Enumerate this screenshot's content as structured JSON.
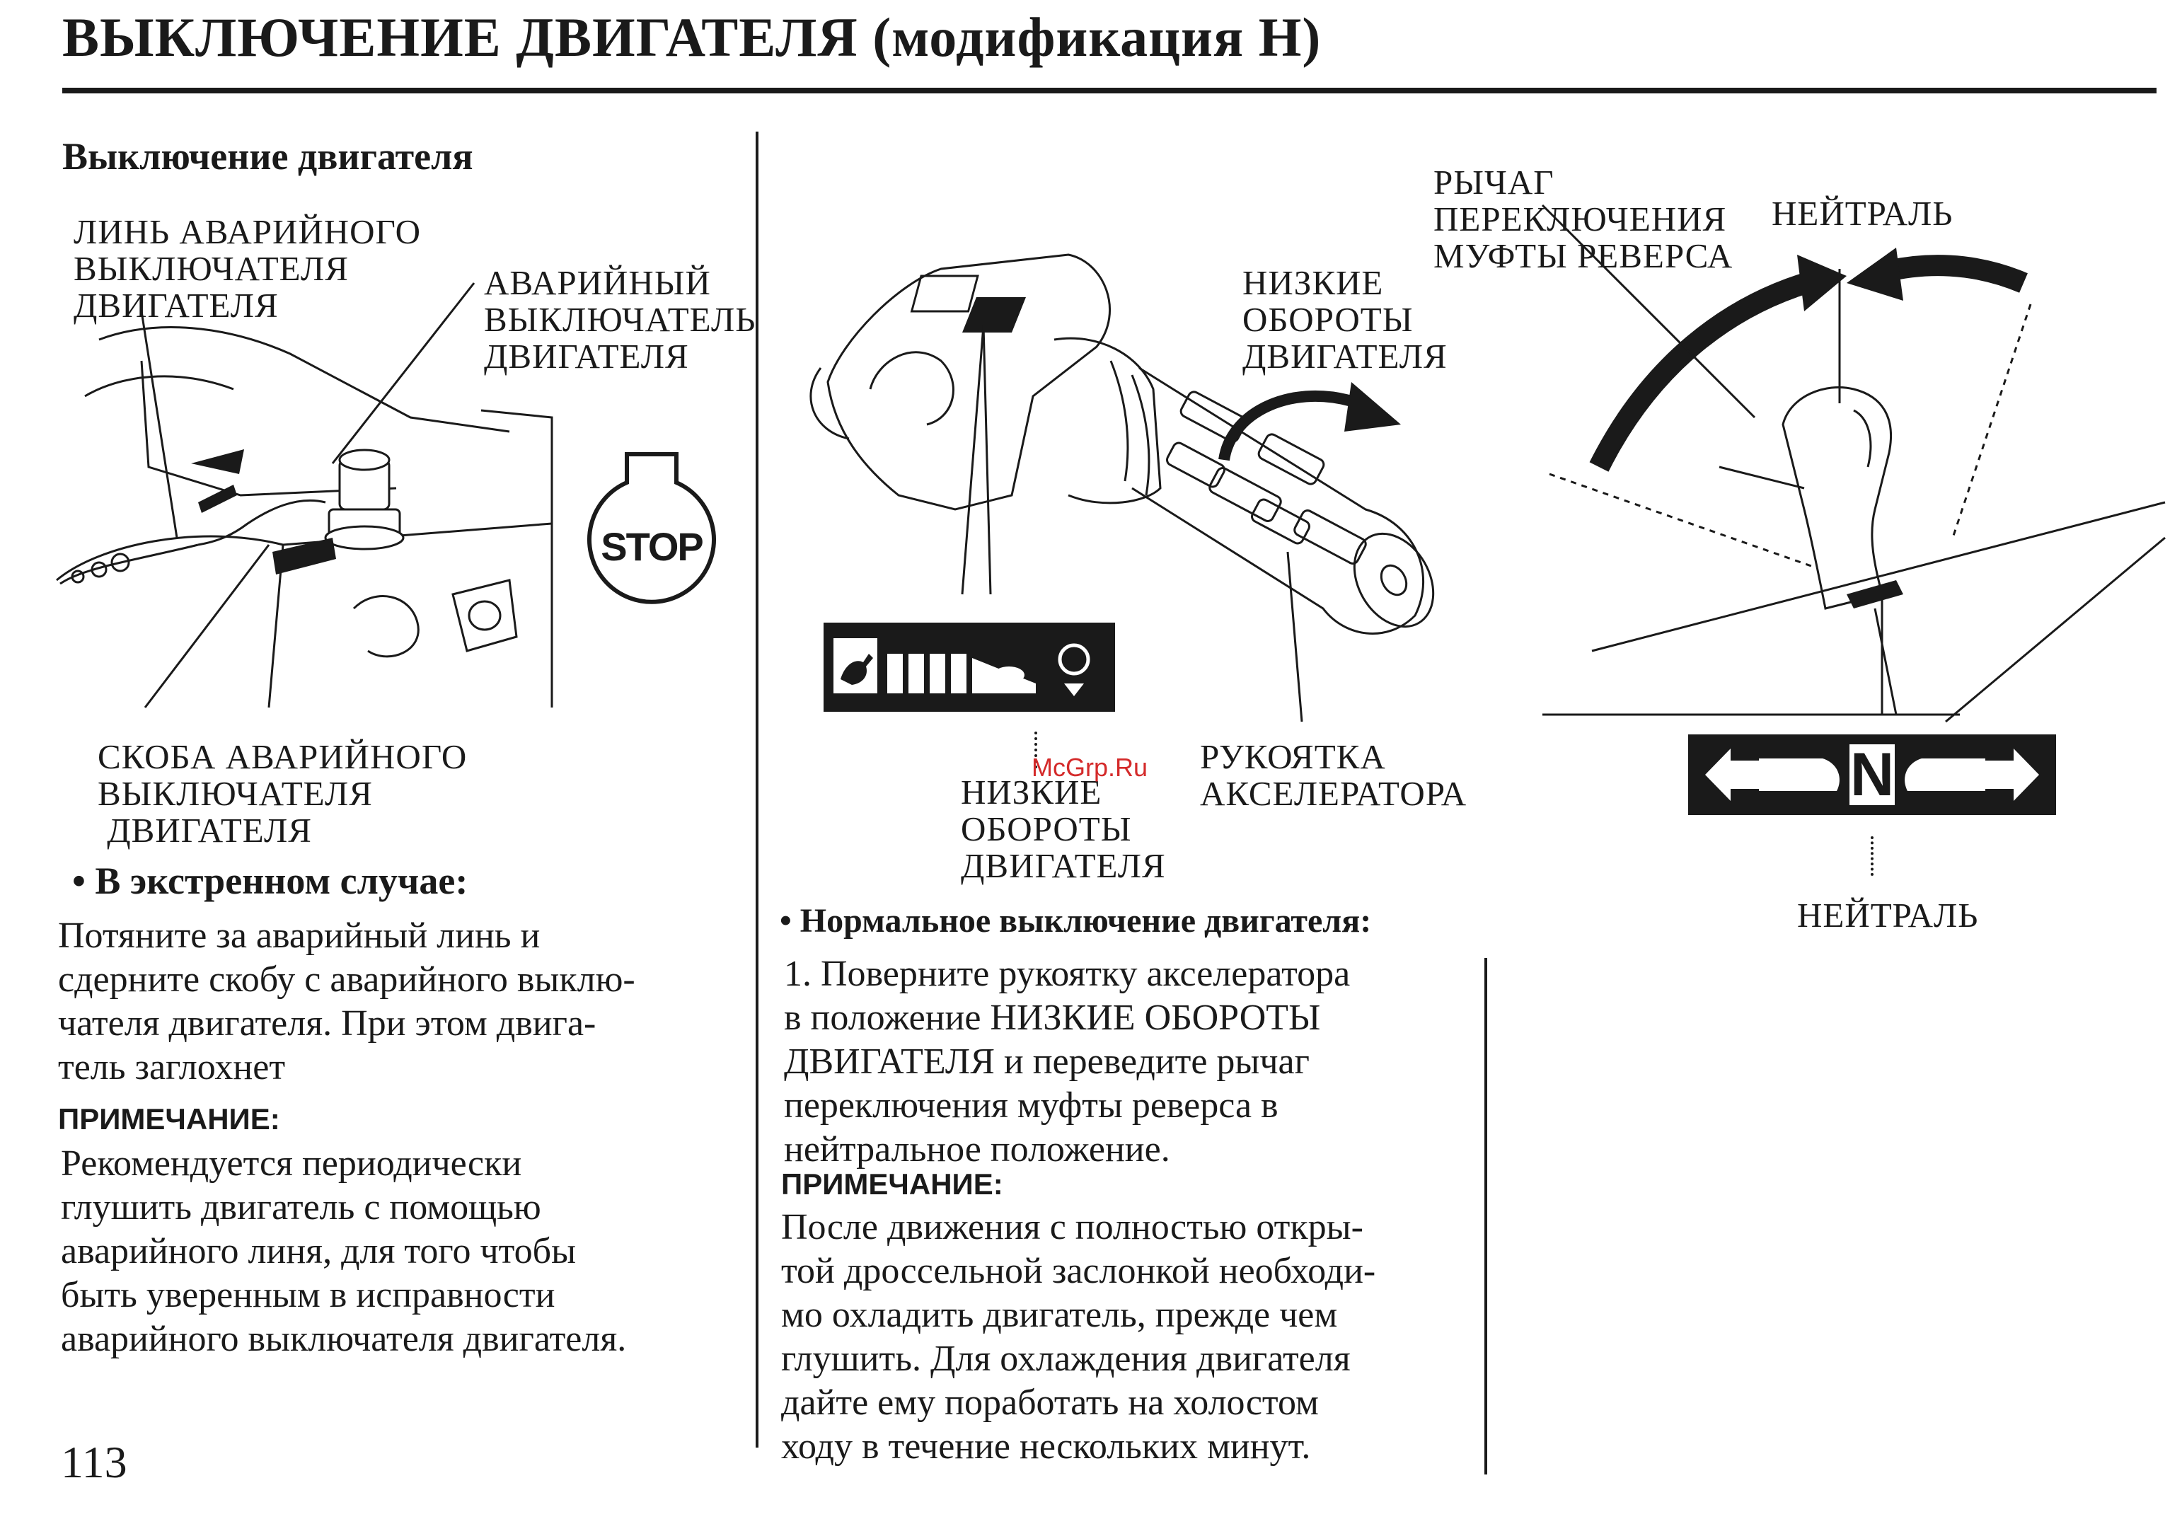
{
  "header": {
    "title": "ВЫКЛЮЧЕНИЕ ДВИГАТЕЛЯ (модификация H)"
  },
  "left": {
    "heading": "Выключение двигателя",
    "label_lanyard": "ЛИНЬ АВАРИЙНОГО\nВЫКЛЮЧАТЕЛЯ\nДВИГАТЕЛЯ",
    "label_switch": "АВАРИЙНЫЙ\nВЫКЛЮЧАТЕЛЬ\nДВИГАТЕЛЯ",
    "label_clip": "СКОБА АВАРИЙНОГО\nВЫКЛЮЧАТЕЛЯ\n ДВИГАТЕЛЯ",
    "stop_text": "STOP",
    "emergency_heading": "• В экстренном случае:",
    "emergency_text": "Потяните за аварийный линь и\nсдерните скобу с аварийного выклю-\nчателя двигателя. При этом двига-\nтель заглохнет",
    "note_label": "ПРИМЕЧАНИЕ:",
    "note_text": "Рекомендуется периодически\nглушить двигатель с помощью\nаварийного линя, для того чтобы\nбыть уверенным в исправности\nаварийного выключателя двигателя."
  },
  "middle": {
    "label_low_rpm_top": "НИЗКИЕ\nОБОРОТЫ\nДВИГАТЕЛЯ",
    "label_low_rpm_bottom": "НИЗКИЕ\nОБОРОТЫ\nДВИГАТЕЛЯ",
    "label_throttle": "РУКОЯТКА\nАКСЕЛЕРАТОРА",
    "normal_heading": "• Нормальное выключение двигателя:",
    "step1_text": "1. Поверните рукоятку акселератора\nв положение НИЗКИЕ ОБОРОТЫ\nДВИГАТЕЛЯ и переведите рычаг\nпереключения муфты реверса в\nнейтральное положение.",
    "note_label": "ПРИМЕЧАНИЕ:",
    "note_text": "После движения с полностью откры-\nтой дроссельной заслонкой необходи-\nмо охладить двигатель, прежде чем\nглушить. Для охлаждения двигателя\nдайте ему поработать на холостом\nходу в течение нескольких минут."
  },
  "right": {
    "label_lever": "РЫЧАГ\nПЕРЕКЛЮЧЕНИЯ\nМУФТЫ РЕВЕРСА",
    "label_neutral_top": "НЕЙТРАЛЬ",
    "label_neutral_bottom": "НЕЙТРАЛЬ",
    "neutral_symbol": "N"
  },
  "footer": {
    "page_number": "113",
    "watermark": "McGrp.Ru"
  },
  "colors": {
    "ink": "#1a1a1a",
    "watermark": "#d42a2a"
  }
}
